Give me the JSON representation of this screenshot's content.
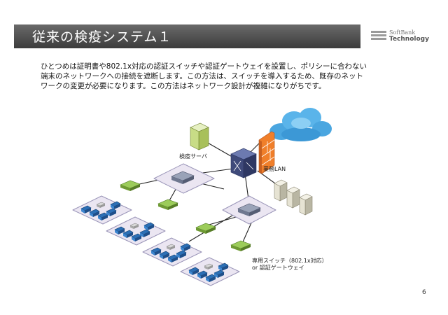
{
  "slide": {
    "title": "従来の検疫システム１",
    "logo_line1": "SoftBank",
    "logo_line2": "Technology",
    "description_lines": [
      "ひとつめは証明書や802.1x対応の認証スイッチや認証ゲートウェイを設置し、ポリシーに合わない",
      "端末のネットワークへの接続を遮断します。この方法は、スイッチを導入するため、既存のネット",
      "ワークの変更が必要になります。この方法はネットワーク設計が複雑になりがちです。"
    ],
    "page_number": "6"
  },
  "diagram": {
    "label_quarantine_server": "検疫サーバ",
    "label_business_lan": "業務LAN",
    "label_switch_line1": "専用スイッチ（802.1x対応）",
    "label_switch_line2": "or 認証ゲートウェイ"
  },
  "colors": {
    "title_bar": "#4a4a4a",
    "platform_fill": "#ebe6f2",
    "platform_stroke": "#9a95b8",
    "cloud": "#4aa6e0",
    "firewall": "#f07f2a",
    "auth_switch": "#7aa83c",
    "core_switch": "#3f4a7a",
    "pc": "#2c6fb5"
  }
}
